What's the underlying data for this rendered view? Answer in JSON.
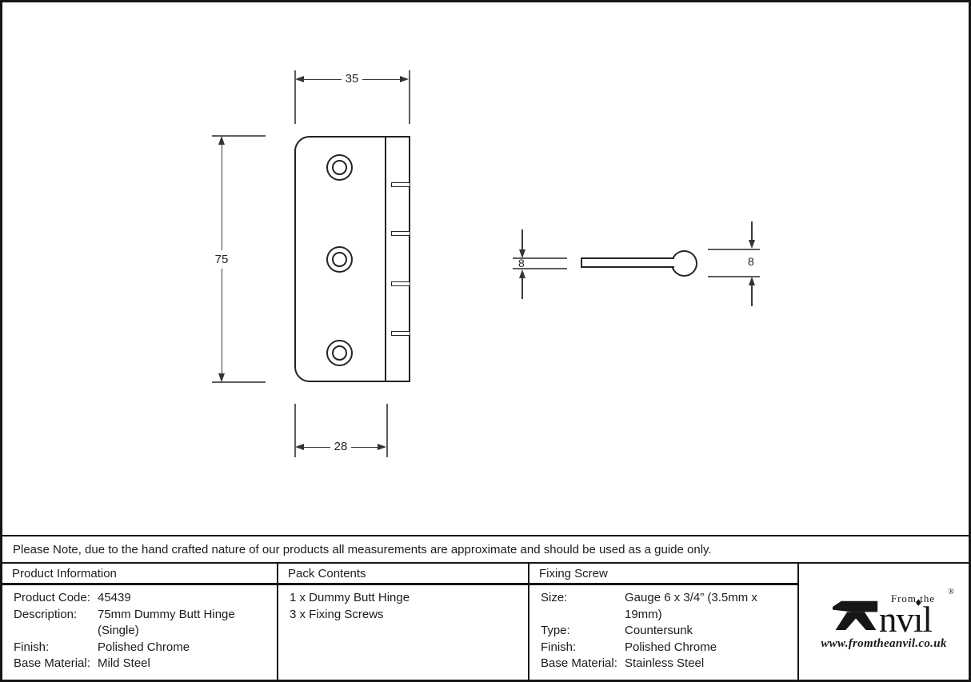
{
  "note": "Please Note, due to the hand crafted nature of our products all measurements are approximate and should be used as a guide only.",
  "drawing": {
    "front_view": {
      "width_label": "35",
      "height_label": "75",
      "leaf_width_label": "28"
    },
    "side_view": {
      "thickness_label": "8",
      "knuckle_label": "8"
    }
  },
  "table": {
    "product_information": {
      "header": "Product Information",
      "rows": [
        {
          "label": "Product Code:",
          "value": "45439"
        },
        {
          "label": "Description:",
          "value": "75mm Dummy Butt Hinge (Single)"
        },
        {
          "label": "Finish:",
          "value": "Polished Chrome"
        },
        {
          "label": "Base Material:",
          "value": "Mild Steel"
        }
      ]
    },
    "pack_contents": {
      "header": "Pack Contents",
      "items": [
        "1 x Dummy Butt Hinge",
        "3 x Fixing Screws"
      ]
    },
    "fixing_screw": {
      "header": "Fixing Screw",
      "rows": [
        {
          "label": "Size:",
          "value": "Gauge 6 x 3/4” (3.5mm x 19mm)"
        },
        {
          "label": "Type:",
          "value": "Countersunk"
        },
        {
          "label": "Finish:",
          "value": "Polished Chrome"
        },
        {
          "label": "Base Material:",
          "value": "Stainless Steel"
        }
      ]
    }
  },
  "logo": {
    "from_the": "From the",
    "anvil_before_i": "nv",
    "anvil_i": "ı",
    "anvil_i_dot": "♦",
    "anvil_after_i": "l",
    "registered": "®",
    "url": "www.fromtheanvil.co.uk"
  },
  "colors": {
    "object_line": "#242424",
    "dimension_line": "#3a3a3a",
    "extension_line": "#5d5d5d",
    "frame": "#161616"
  }
}
